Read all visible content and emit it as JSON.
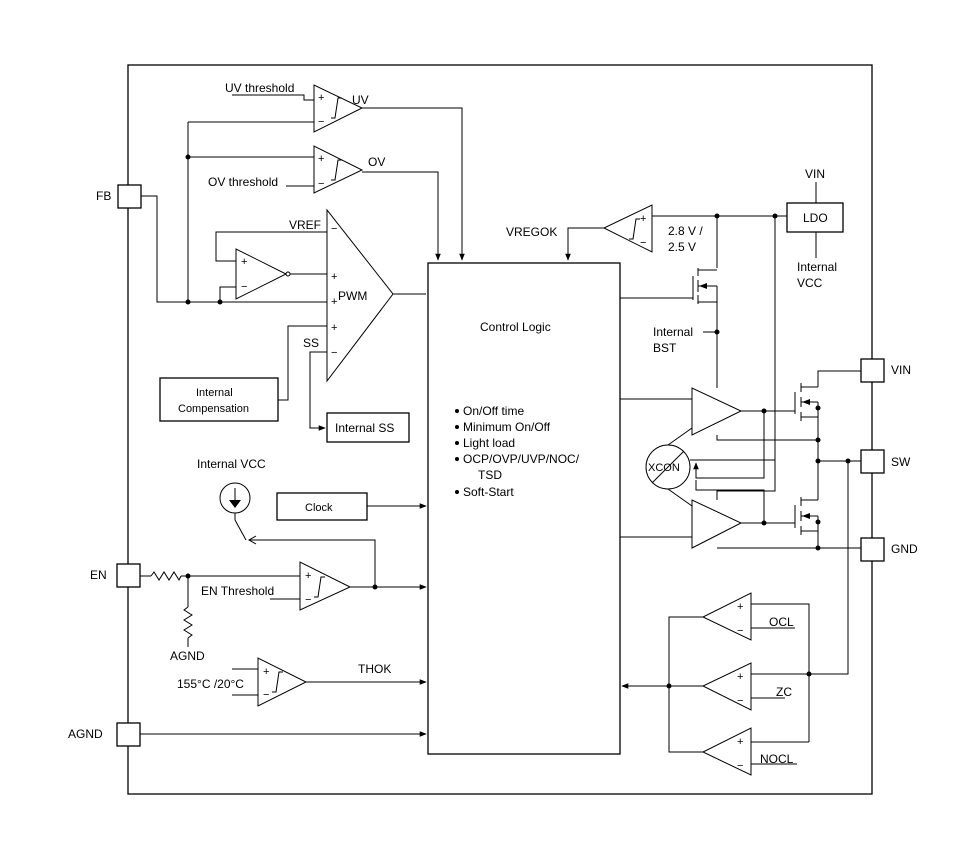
{
  "pins": {
    "fb": "FB",
    "en": "EN",
    "agnd": "AGND",
    "vin": "VIN",
    "sw": "SW",
    "gnd": "GND"
  },
  "labels": {
    "uv_threshold": "UV threshold",
    "uv": "UV",
    "ov_threshold": "OV threshold",
    "ov": "OV",
    "vref": "VREF",
    "pwm": "PWM",
    "ss": "SS",
    "internal_compensation_line1": "Internal",
    "internal_compensation_line2": "Compensation",
    "internal_ss": "Internal SS",
    "internal_vcc_top": "Internal VCC",
    "clock": "Clock",
    "en_threshold": "EN Threshold",
    "agnd_resistor": "AGND",
    "temp_threshold": "155°C /20°C",
    "thok": "THOK",
    "vregok": "VREGOK",
    "vreg_threshold_line1": "2.8 V /",
    "vreg_threshold_line2": "2.5 V",
    "ldo_vin": "VIN",
    "ldo": "LDO",
    "ldo_out_line1": "Internal",
    "ldo_out_line2": "VCC",
    "internal_bst_line1": "Internal",
    "internal_bst_line2": "BST",
    "xcon": "XCON",
    "ocl": "OCL",
    "zc": "ZC",
    "nocl": "NOCL"
  },
  "control_logic": {
    "title": "Control Logic",
    "features": [
      "On/Off time",
      "Minimum On/Off",
      "Light load",
      "OCP/OVP/UVP/NOC/",
      "TSD",
      "Soft-Start"
    ]
  }
}
